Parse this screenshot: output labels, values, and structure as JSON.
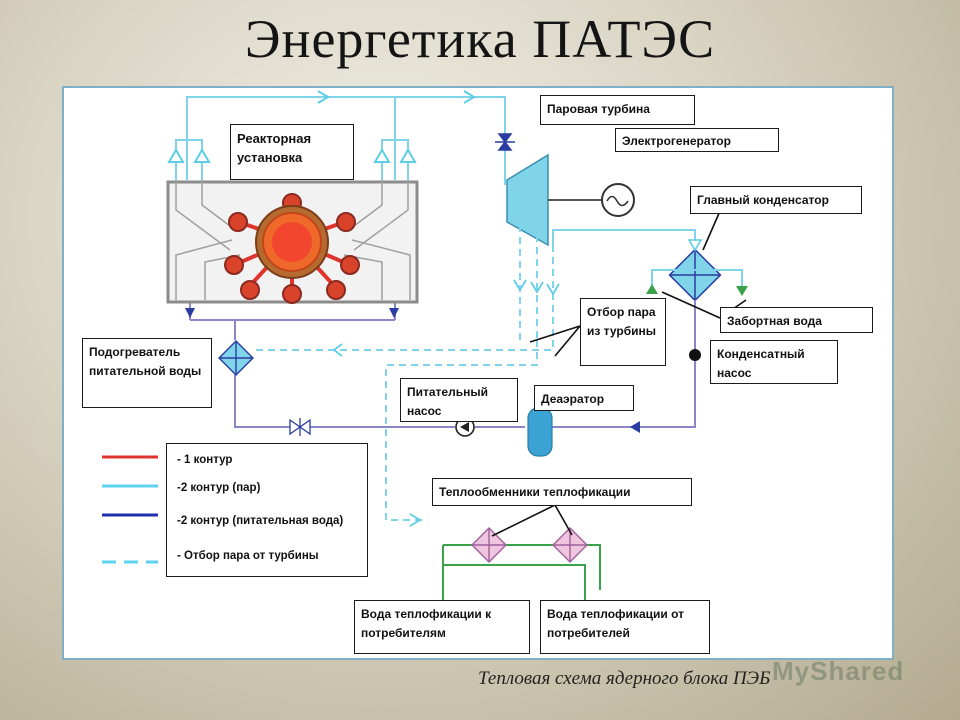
{
  "title": "Энергетика ПАТЭС",
  "caption": "Тепловая схема ядерного блока ПЭБ",
  "watermark": "MyShared",
  "labels": {
    "reactor": "Реакторная установка",
    "steam_turbine": "Паровая турбина",
    "generator": "Электрогенератор",
    "main_condenser": "Главный конденсатор",
    "intake_water": "Забортная вода",
    "steam_extraction": "Отбор пара из турбины",
    "condensate_pump": "Конденсатный насос",
    "feedwater_heater": "Подогреватель питательной воды",
    "feed_pump": "Питательный насос",
    "deaerator": "Деаэратор",
    "district_heat_exchangers": "Теплообменники теплофикации",
    "heating_water_to": "Вода теплофикации к потребителям",
    "heating_water_from": "Вода теплофикации от потребителей"
  },
  "legend": [
    {
      "label": "- 1 контур",
      "color": "#e0332b",
      "style": "solid"
    },
    {
      "label": "-2 контур (пар)",
      "color": "#5ed3ef",
      "style": "solid"
    },
    {
      "label": "-2 контур (питательная вода)",
      "color": "#1f2fa8",
      "style": "solid"
    },
    {
      "label": "- Отбор пара от турбины",
      "color": "#5ed3ef",
      "style": "dashed"
    }
  ],
  "colors": {
    "primary_loop": "#e0332b",
    "steam": "#7fd4ea",
    "feedwater": "#8a86c8",
    "heating_water": "#3aa34a",
    "turbine": "#7fd4ea",
    "heat_exchanger": "#e5a3cf"
  }
}
